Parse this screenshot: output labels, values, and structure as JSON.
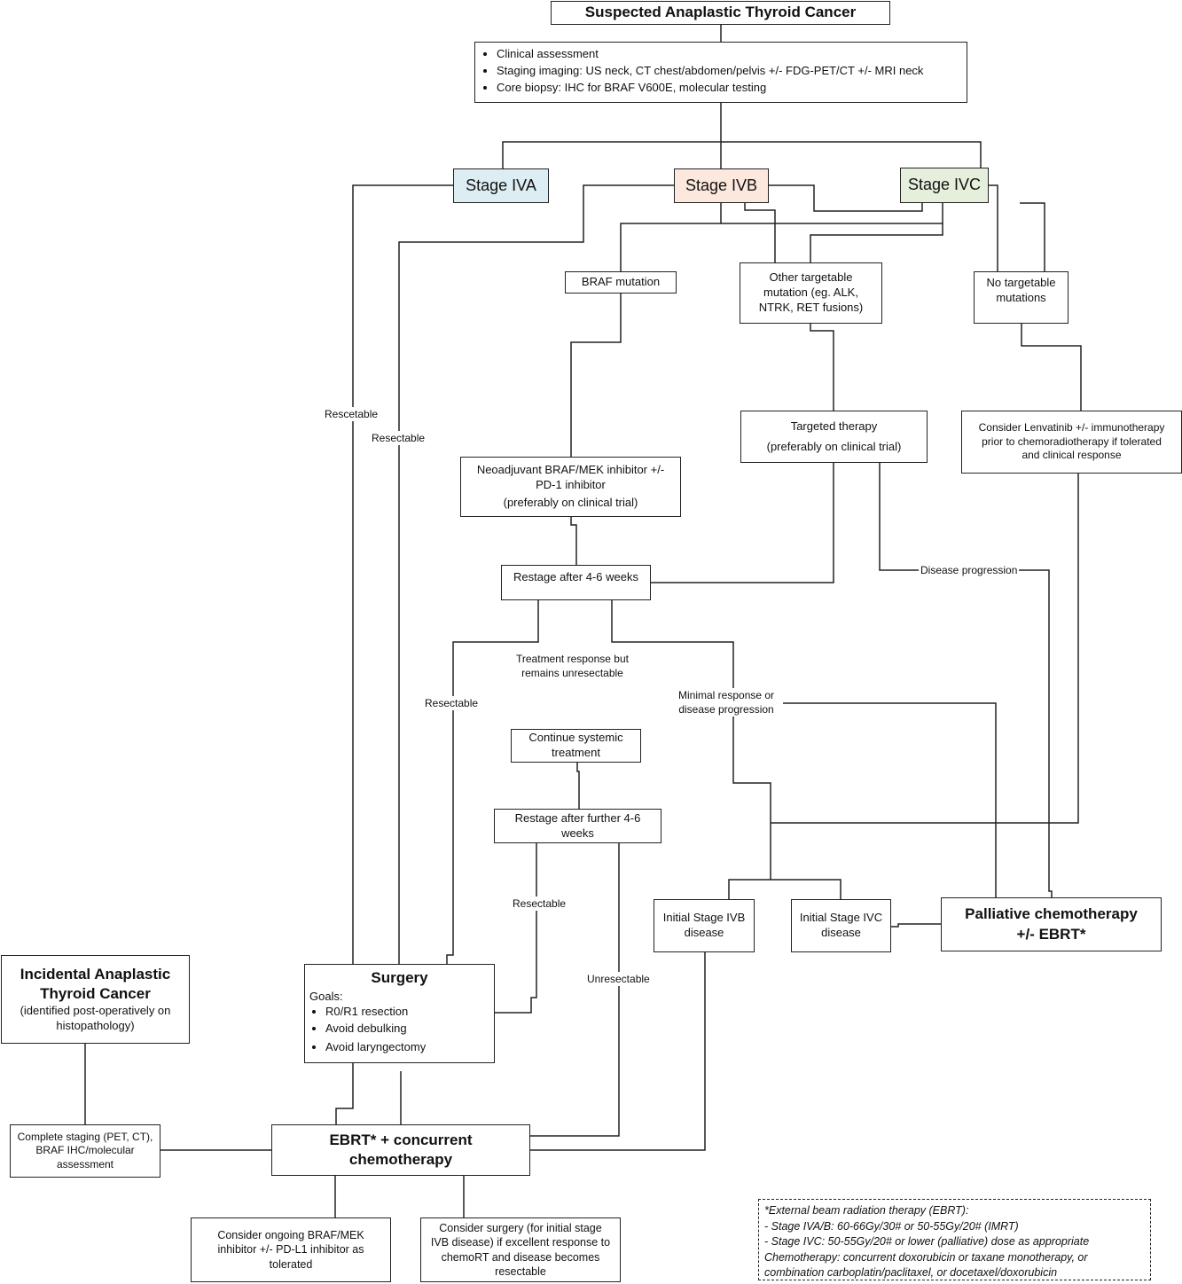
{
  "title": "Suspected Anaplastic Thyroid Cancer",
  "assessment": [
    "Clinical assessment",
    "Staging imaging: US neck, CT chest/abdomen/pelvis  +/- FDG-PET/CT +/- MRI neck",
    "Core biopsy: IHC for BRAF V600E, molecular testing"
  ],
  "stages": {
    "iva": "Stage IVA",
    "ivb": "Stage IVB",
    "ivc": "Stage IVC"
  },
  "mutations": {
    "braf": "BRAF mutation",
    "other": [
      "Other targetable",
      "mutation (eg. ALK,",
      "NTRK, RET fusions)"
    ],
    "none": [
      "No targetable",
      "mutations"
    ]
  },
  "therapies": {
    "neoadjuvant": [
      "Neoadjuvant BRAF/MEK inhibitor +/-",
      "PD-1 inhibitor",
      "(preferably on clinical trial)"
    ],
    "targeted": [
      "Targeted therapy",
      "(preferably on clinical trial)"
    ],
    "lenvatinib": [
      "Consider Lenvatinib +/- immunotherapy",
      "prior to chemoradiotherapy if tolerated",
      "and clinical response"
    ]
  },
  "restage": {
    "first": "Restage after 4-6 weeks",
    "continue": [
      "Continue systemic",
      "treatment"
    ],
    "further": [
      "Restage after further 4-6",
      "weeks"
    ]
  },
  "initial": {
    "ivb": [
      "Initial Stage IVB",
      "disease"
    ],
    "ivc": [
      "Initial Stage IVC",
      "disease"
    ]
  },
  "palliative": [
    "Palliative chemotherapy",
    "+/- EBRT*"
  ],
  "surgery": {
    "title": "Surgery",
    "goals_label": "Goals:",
    "goals": [
      "R0/R1 resection",
      "Avoid debulking",
      "Avoid laryngectomy"
    ]
  },
  "incidental": {
    "title": [
      "Incidental Anaplastic",
      "Thyroid Cancer"
    ],
    "subtitle": [
      "(identified post-operatively on",
      "histopathology)"
    ]
  },
  "complete_staging": [
    "Complete staging (PET, CT),",
    "BRAF IHC/molecular",
    "assessment"
  ],
  "ebrt": [
    "EBRT* + concurrent",
    "chemotherapy"
  ],
  "consider_braf": [
    "Consider ongoing BRAF/MEK",
    "inhibitor +/- PD-L1 inhibitor as",
    "tolerated"
  ],
  "consider_surgery": [
    "Consider surgery (for initial stage",
    "IVB disease)  if excellent response to",
    "chemoRT and disease becomes",
    "resectable"
  ],
  "labels": {
    "resectable_iva": "Rescetable",
    "resectable_ivb": "Resectable",
    "resectable_restage": "Resectable",
    "resectable_further": "Resectable",
    "unresectable": "Unresectable",
    "response_unresectable": [
      "Treatment response but",
      "remains unresectable"
    ],
    "minimal_response": [
      "Minimal response or",
      "disease progression"
    ],
    "disease_progression": "Disease progression"
  },
  "footnote": [
    "*External beam radiation therapy (EBRT):",
    "- Stage IVA/B: 60-66Gy/30# or 50-55Gy/20# (IMRT)",
    "- Stage IVC: 50-55Gy/20# or lower (palliative) dose as appropriate",
    "Chemotherapy: concurrent doxorubicin or taxane monotherapy, or",
    "combination carboplatin/paclitaxel, or docetaxel/doxorubicin"
  ],
  "colors": {
    "iva_fill": "#dcedf3",
    "ivb_fill": "#fce8dc",
    "ivc_fill": "#e6efdc",
    "line": "#222222"
  }
}
